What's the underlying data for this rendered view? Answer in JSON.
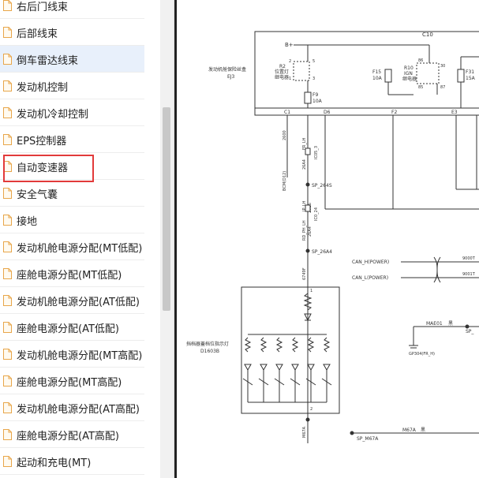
{
  "sidebar": {
    "items": [
      {
        "label": "右后门线束"
      },
      {
        "label": "后部线束"
      },
      {
        "label": "倒车雷达线束"
      },
      {
        "label": "发动机控制"
      },
      {
        "label": "发动机冷却控制"
      },
      {
        "label": "EPS控制器"
      },
      {
        "label": "自动变速器"
      },
      {
        "label": "安全气囊"
      },
      {
        "label": "接地"
      },
      {
        "label": "发动机舱电源分配(MT低配)"
      },
      {
        "label": "座舱电源分配(MT低配)"
      },
      {
        "label": "发动机舱电源分配(AT低配)"
      },
      {
        "label": "座舱电源分配(AT低配)"
      },
      {
        "label": "发动机舱电源分配(MT高配)"
      },
      {
        "label": "座舱电源分配(MT高配)"
      },
      {
        "label": "发动机舱电源分配(AT高配)"
      },
      {
        "label": "座舱电源分配(AT高配)"
      },
      {
        "label": "起动和充电(MT)"
      }
    ],
    "selected_index": 6
  },
  "schematic": {
    "labels": {
      "c10": "C10",
      "bplus": "B+",
      "fusebox": "发动机舱保险丝盒",
      "ej3": "EJ3",
      "r2": "R2",
      "r2_name1": "位置灯",
      "r2_name2": "继电器",
      "r10": "R10",
      "r10_name1": "IGN",
      "r10_name2": "继电器",
      "f15": "F15",
      "f15_amp": "10A",
      "f9": "F9",
      "f9_amp": "10A",
      "f31": "F31",
      "f31_amp": "15A",
      "p5": "5",
      "p3": "3",
      "p2": "2",
      "p1": "1",
      "p30": "30",
      "p86": "86",
      "p85": "85",
      "p87": "87",
      "c1": "C1",
      "d6": "D6",
      "f2": "F2",
      "e3": "E3",
      "wire_2600": "2600",
      "wire_bcm": "BCM(D12)",
      "wire_fr_lh": "FR_LH",
      "wire_26a4": "26A4",
      "wire_ic05": "IC05_3",
      "sp264s": "SP_264S",
      "wire_ip_lh": "IP_LH",
      "wire_26b6": "26B6",
      "wire_ic024": "IC0_24",
      "wire_rd_ph": "RD_PH_LH",
      "wire_26a4b": "26A4",
      "sp26a4": "SP_26A4",
      "wire_6749f": "6749F",
      "can_h": "CAN_H(POWER)",
      "can_l": "CAN_L(POWER)",
      "can_9000t": "9000T",
      "can_9001t": "9001T",
      "mae01": "MAE01",
      "hei": "黑",
      "sp_right": "SP_",
      "gp304": "GP304(FR_H)",
      "indicator": "挡档器蓋档位指示灯",
      "d1603": "D1603B",
      "pin1": "1",
      "pin2": "2",
      "m67a": "M67A",
      "sp_m67a": "SP_M67A",
      "m67a_wire": "M67A",
      "hei2": "黑"
    }
  }
}
